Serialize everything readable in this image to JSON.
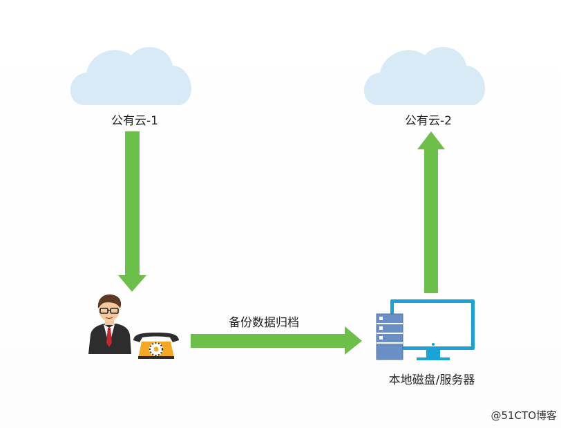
{
  "diagram": {
    "nodes": {
      "cloud1": {
        "label": "公有云-1",
        "icon": "cloud-icon"
      },
      "cloud2": {
        "label": "公有云-2",
        "icon": "cloud-icon"
      },
      "user": {
        "icon": "businessman-icon"
      },
      "phone": {
        "icon": "telephone-icon"
      },
      "server": {
        "label": "本地磁盘/服务器",
        "icon": "server-computer-icon"
      }
    },
    "edges": [
      {
        "from": "cloud1",
        "to": "user"
      },
      {
        "from": "user",
        "to": "server",
        "label": "备份数据归档"
      },
      {
        "from": "server",
        "to": "cloud2"
      }
    ]
  },
  "watermark": "@51CTO博客",
  "colors": {
    "arrow": "#6cc04a",
    "cloud": "#d9eaf7",
    "monitor": "#1aa3d6",
    "server": "#6a8fc4",
    "phone": "#f5a623",
    "suit": "#2d2d2d",
    "tie": "#c0282d"
  }
}
